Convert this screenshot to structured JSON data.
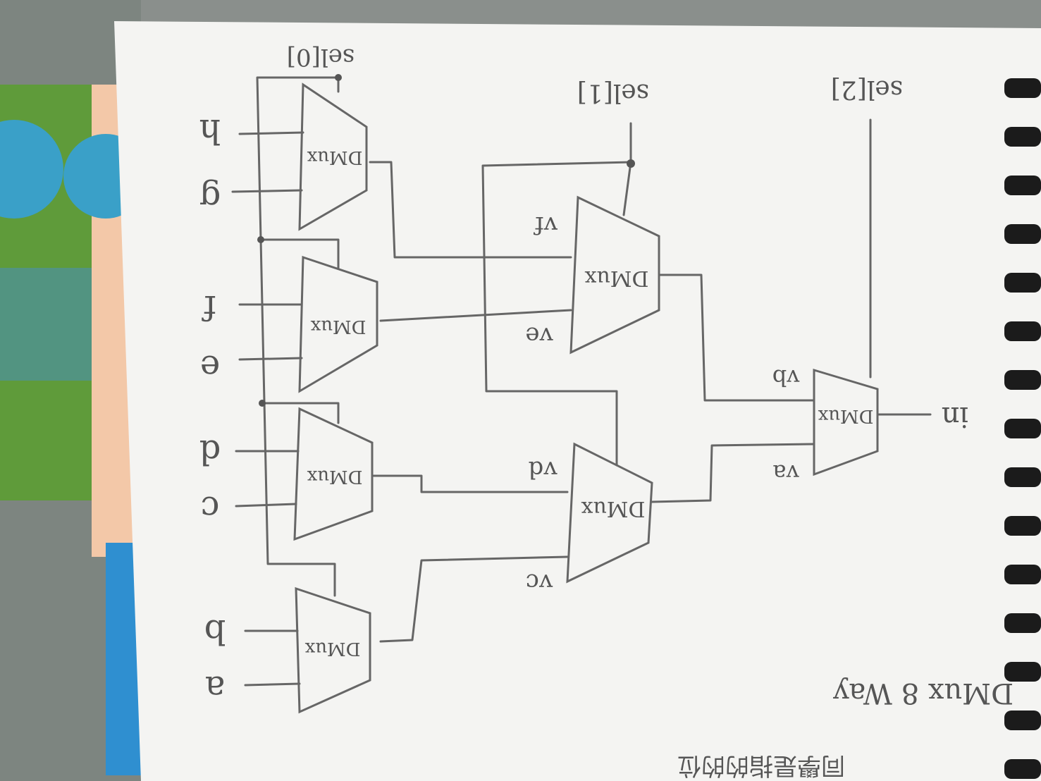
{
  "title": "DMux 8 Way",
  "note": "同學是指的的位",
  "inputs": {
    "main": "in"
  },
  "selects": [
    "sel[0]",
    "sel[1]",
    "sel[2]"
  ],
  "block_label": "DMux",
  "stage3": {
    "top_out": "va",
    "bottom_out": "vb"
  },
  "stage2": [
    {
      "outs": [
        "vc",
        "vd"
      ]
    },
    {
      "outs": [
        "ve",
        "vf"
      ]
    }
  ],
  "outputs": [
    "a",
    "b",
    "c",
    "d",
    "e",
    "f",
    "g",
    "h"
  ],
  "colors": {
    "paper": "#f4f4f2",
    "pencil": "#666666",
    "spiral": "#1b1b1b",
    "book_green": "#5f9b3a",
    "book_peach": "#f3c8a8",
    "book_blue": "#2f8fd0"
  }
}
